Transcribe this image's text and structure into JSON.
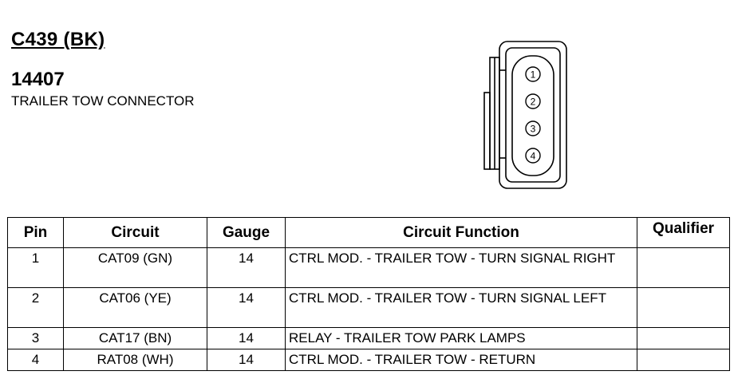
{
  "header": {
    "connector_id": "C439 (BK)",
    "part_number": "14407",
    "description": "TRAILER TOW CONNECTOR"
  },
  "diagram": {
    "pin_labels": [
      "1",
      "2",
      "3",
      "4"
    ]
  },
  "table": {
    "headers": {
      "pin": "Pin",
      "circuit": "Circuit",
      "gauge": "Gauge",
      "function": "Circuit Function",
      "qualifier": "Qualifier"
    },
    "rows": [
      {
        "pin": "1",
        "circuit": "CAT09 (GN)",
        "gauge": "14",
        "function": "CTRL MOD. - TRAILER TOW - TURN SIGNAL RIGHT",
        "qualifier": ""
      },
      {
        "pin": "2",
        "circuit": "CAT06 (YE)",
        "gauge": "14",
        "function": "CTRL MOD. - TRAILER TOW - TURN SIGNAL LEFT",
        "qualifier": ""
      },
      {
        "pin": "3",
        "circuit": "CAT17 (BN)",
        "gauge": "14",
        "function": "RELAY - TRAILER TOW PARK LAMPS",
        "qualifier": ""
      },
      {
        "pin": "4",
        "circuit": "RAT08 (WH)",
        "gauge": "14",
        "function": "CTRL MOD. - TRAILER TOW - RETURN",
        "qualifier": ""
      }
    ]
  }
}
